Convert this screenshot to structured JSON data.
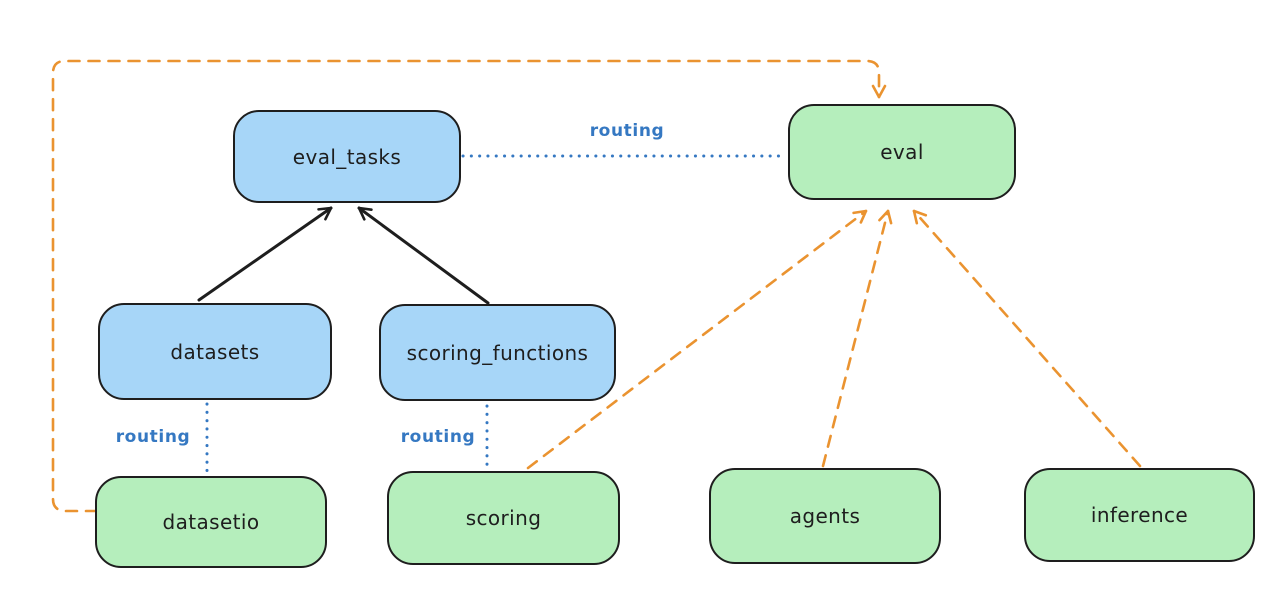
{
  "diagram": {
    "title": "",
    "nodes": {
      "eval_tasks": {
        "label": "eval_tasks",
        "fill": "#a7d6f8"
      },
      "eval": {
        "label": "eval",
        "fill": "#b5eebc"
      },
      "datasets": {
        "label": "datasets",
        "fill": "#a7d6f8"
      },
      "scoring_functions": {
        "label": "scoring_functions",
        "fill": "#a7d6f8"
      },
      "datasetio": {
        "label": "datasetio",
        "fill": "#b5eebc"
      },
      "scoring": {
        "label": "scoring",
        "fill": "#b5eebc"
      },
      "agents": {
        "label": "agents",
        "fill": "#b5eebc"
      },
      "inference": {
        "label": "inference",
        "fill": "#b5eebc"
      }
    },
    "edges": [
      {
        "from": "datasets",
        "to": "eval_tasks",
        "style": "solid-arrow",
        "color": "#1e1e1e",
        "label": ""
      },
      {
        "from": "scoring_functions",
        "to": "eval_tasks",
        "style": "solid-arrow",
        "color": "#1e1e1e",
        "label": ""
      },
      {
        "from": "eval_tasks",
        "to": "eval",
        "style": "dotted-line",
        "color": "#3578c2",
        "label": "routing"
      },
      {
        "from": "datasets",
        "to": "datasetio",
        "style": "dotted-line",
        "color": "#3578c2",
        "label": "routing"
      },
      {
        "from": "scoring_functions",
        "to": "scoring",
        "style": "dotted-line",
        "color": "#3578c2",
        "label": "routing"
      },
      {
        "from": "datasetio",
        "to": "eval",
        "style": "dashed-arrow",
        "color": "#ea9330",
        "label": ""
      },
      {
        "from": "scoring",
        "to": "eval",
        "style": "dashed-arrow",
        "color": "#ea9330",
        "label": ""
      },
      {
        "from": "agents",
        "to": "eval",
        "style": "dashed-arrow",
        "color": "#ea9330",
        "label": ""
      },
      {
        "from": "inference",
        "to": "eval",
        "style": "dashed-arrow",
        "color": "#ea9330",
        "label": ""
      }
    ],
    "colors": {
      "blue_fill": "#a7d6f8",
      "green_fill": "#b5eebc",
      "stroke": "#1e1e1e",
      "routing_blue": "#3578c2",
      "orange": "#ea9330",
      "background": "#ffffff"
    }
  }
}
